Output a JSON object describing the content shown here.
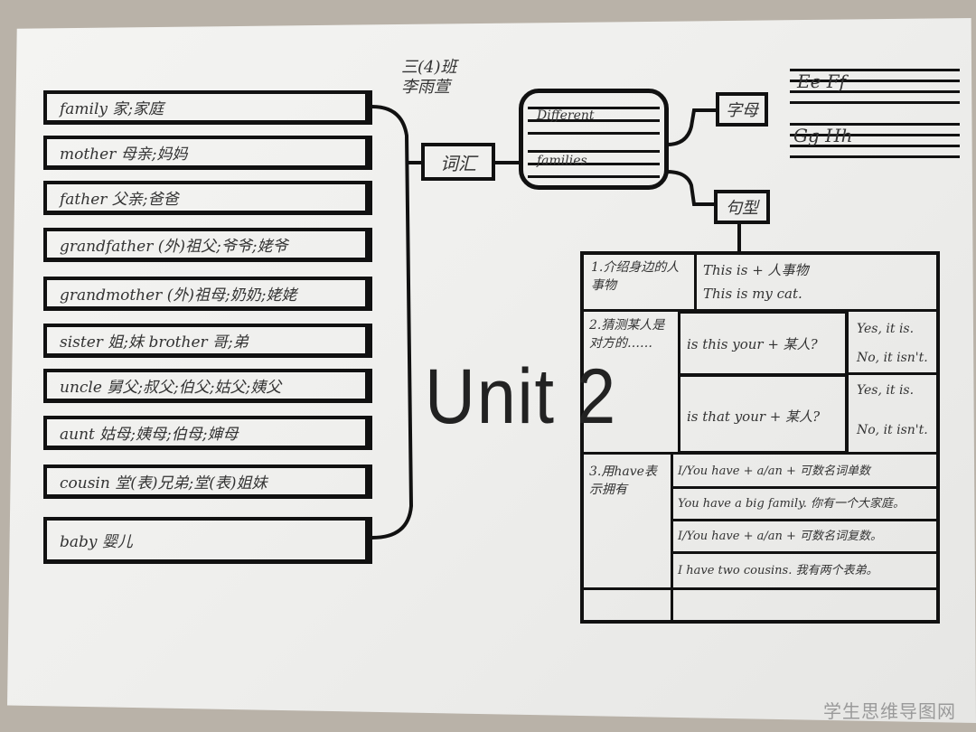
{
  "author": {
    "class": "三(4)班",
    "name": "李雨萱"
  },
  "title": "Unit 2",
  "vocab_node": "词汇",
  "center_node": {
    "line1": "Different",
    "line2": "families"
  },
  "letters_node": "字母",
  "letters": {
    "row1": "Ee   Ff",
    "row2": "Gg   Hh"
  },
  "sentence_node": "句型",
  "vocabulary": [
    "family 家;家庭",
    "mother 母亲;妈妈",
    "father 父亲;爸爸",
    "grandfather (外)祖父;爷爷;姥爷",
    "grandmother (外)祖母;奶奶;姥姥",
    "sister 姐;妹   brother 哥;弟",
    "uncle 舅父;叔父;伯父;姑父;姨父",
    "aunt 姑母;姨母;伯母;婶母",
    "cousin 堂(表)兄弟;堂(表)姐妹",
    "baby 婴儿"
  ],
  "sentences": {
    "s1_label": "1.介绍身边的人事物",
    "s1_pattern": "This is + 人事物",
    "s1_example": "This is my cat.",
    "s2_label": "2.猜测某人是对方的……",
    "s2_q1": "is this your + 某人?",
    "s2_q2": "is that your + 某人?",
    "yes1": "Yes, it is.",
    "no1": "No, it isn't.",
    "yes2": "Yes, it is.",
    "no2": "No, it isn't.",
    "s3_label": "3.用have表示拥有",
    "s3_r1": "I/You have + a/an + 可数名词单数",
    "s3_r2": "You have a big family. 你有一个大家庭。",
    "s3_r3": "I/You have + a/an + 可数名词复数。",
    "s3_r4": "I have two cousins. 我有两个表弟。"
  },
  "watermark": "学生思维导图网"
}
